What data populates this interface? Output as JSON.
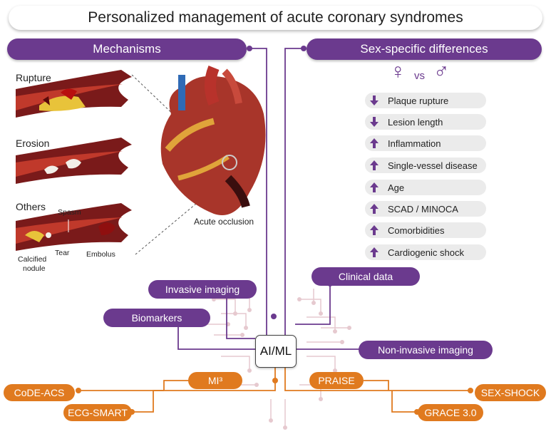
{
  "title": "Personalized management of acute coronary syndromes",
  "mechanisms": {
    "header": "Mechanisms",
    "rupture": "Rupture",
    "erosion": "Erosion",
    "others": "Others",
    "spasm": "Spasm",
    "calcified": "Calcified",
    "nodule": "nodule",
    "tear": "Tear",
    "embolus": "Embolus",
    "acute_occlusion": "Acute occlusion"
  },
  "sex_differences": {
    "header": "Sex-specific differences",
    "vs": "vs",
    "female_symbol": "♀",
    "male_symbol": "♂",
    "items": [
      {
        "label": "Plaque rupture",
        "direction": "down"
      },
      {
        "label": "Lesion length",
        "direction": "down"
      },
      {
        "label": "Inflammation",
        "direction": "up"
      },
      {
        "label": "Single-vessel disease",
        "direction": "up"
      },
      {
        "label": "Age",
        "direction": "up"
      },
      {
        "label": "SCAD / MINOCA",
        "direction": "up"
      },
      {
        "label": "Comorbidities",
        "direction": "up"
      },
      {
        "label": "Cardiogenic shock",
        "direction": "up"
      }
    ]
  },
  "inputs": {
    "clinical_data": "Clinical data",
    "invasive_imaging": "Invasive imaging",
    "biomarkers": "Biomarkers",
    "non_invasive_imaging": "Non-invasive imaging",
    "aiml": "AI/ML"
  },
  "tools": {
    "mi3": "MI³",
    "praise": "PRAISE",
    "code_acs": "CoDE-ACS",
    "ecg_smart": "ECG-SMART",
    "sex_shock": "SEX-SHOCK",
    "grace": "GRACE 3.0"
  },
  "colors": {
    "purple": "#6b3a8e",
    "orange": "#e07a1f",
    "vessel_dark": "#7a1a1a",
    "vessel_red": "#b52a2a"
  }
}
